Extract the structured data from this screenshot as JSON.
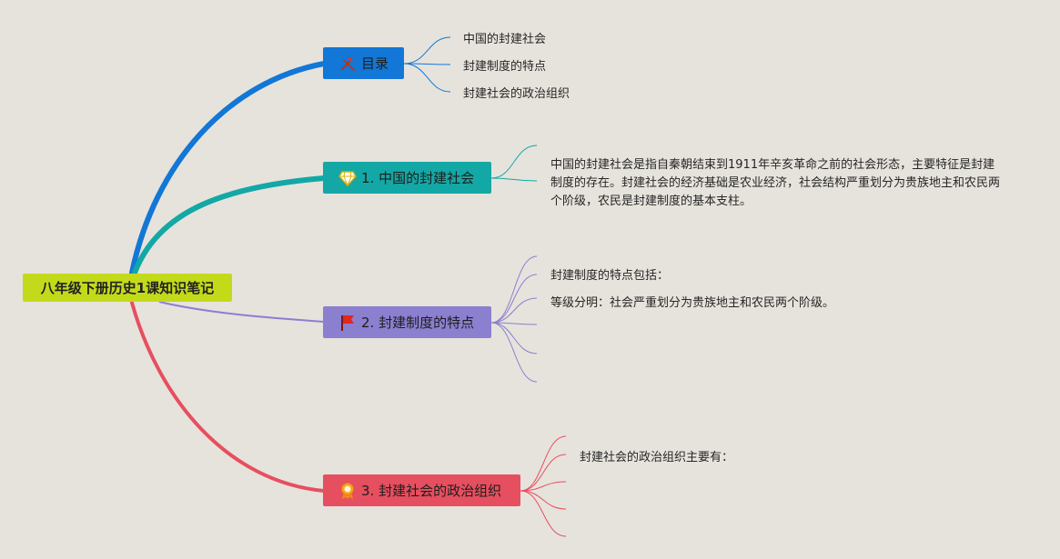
{
  "root": {
    "title": "八年级下册历史1课知识笔记",
    "color": "#c3da1b"
  },
  "branches": [
    {
      "label": "目录",
      "icon": "tools-icon",
      "color": "#1277d6",
      "children": [
        "中国的封建社会",
        "封建制度的特点",
        "封建社会的政治组织"
      ]
    },
    {
      "label": "1. 中国的封建社会",
      "icon": "diamond-icon",
      "color": "#13a8a5",
      "text": "中国的封建社会是指自秦朝结束到1911年辛亥革命之前的社会形态，主要特征是封建制度的存在。封建社会的经济基础是农业经济，社会结构严重划分为贵族地主和农民两个阶级，农民是封建制度的基本支柱。"
    },
    {
      "label": "2. 封建制度的特点",
      "icon": "flag-icon",
      "color": "#8b7fd0",
      "children": [
        "封建制度的特点包括：",
        "等级分明：社会严重划分为贵族地主和农民两个阶级。"
      ]
    },
    {
      "label": "3. 封建社会的政治组织",
      "icon": "medal-icon",
      "color": "#e64f5f",
      "children": [
        "封建社会的政治组织主要有："
      ]
    }
  ]
}
